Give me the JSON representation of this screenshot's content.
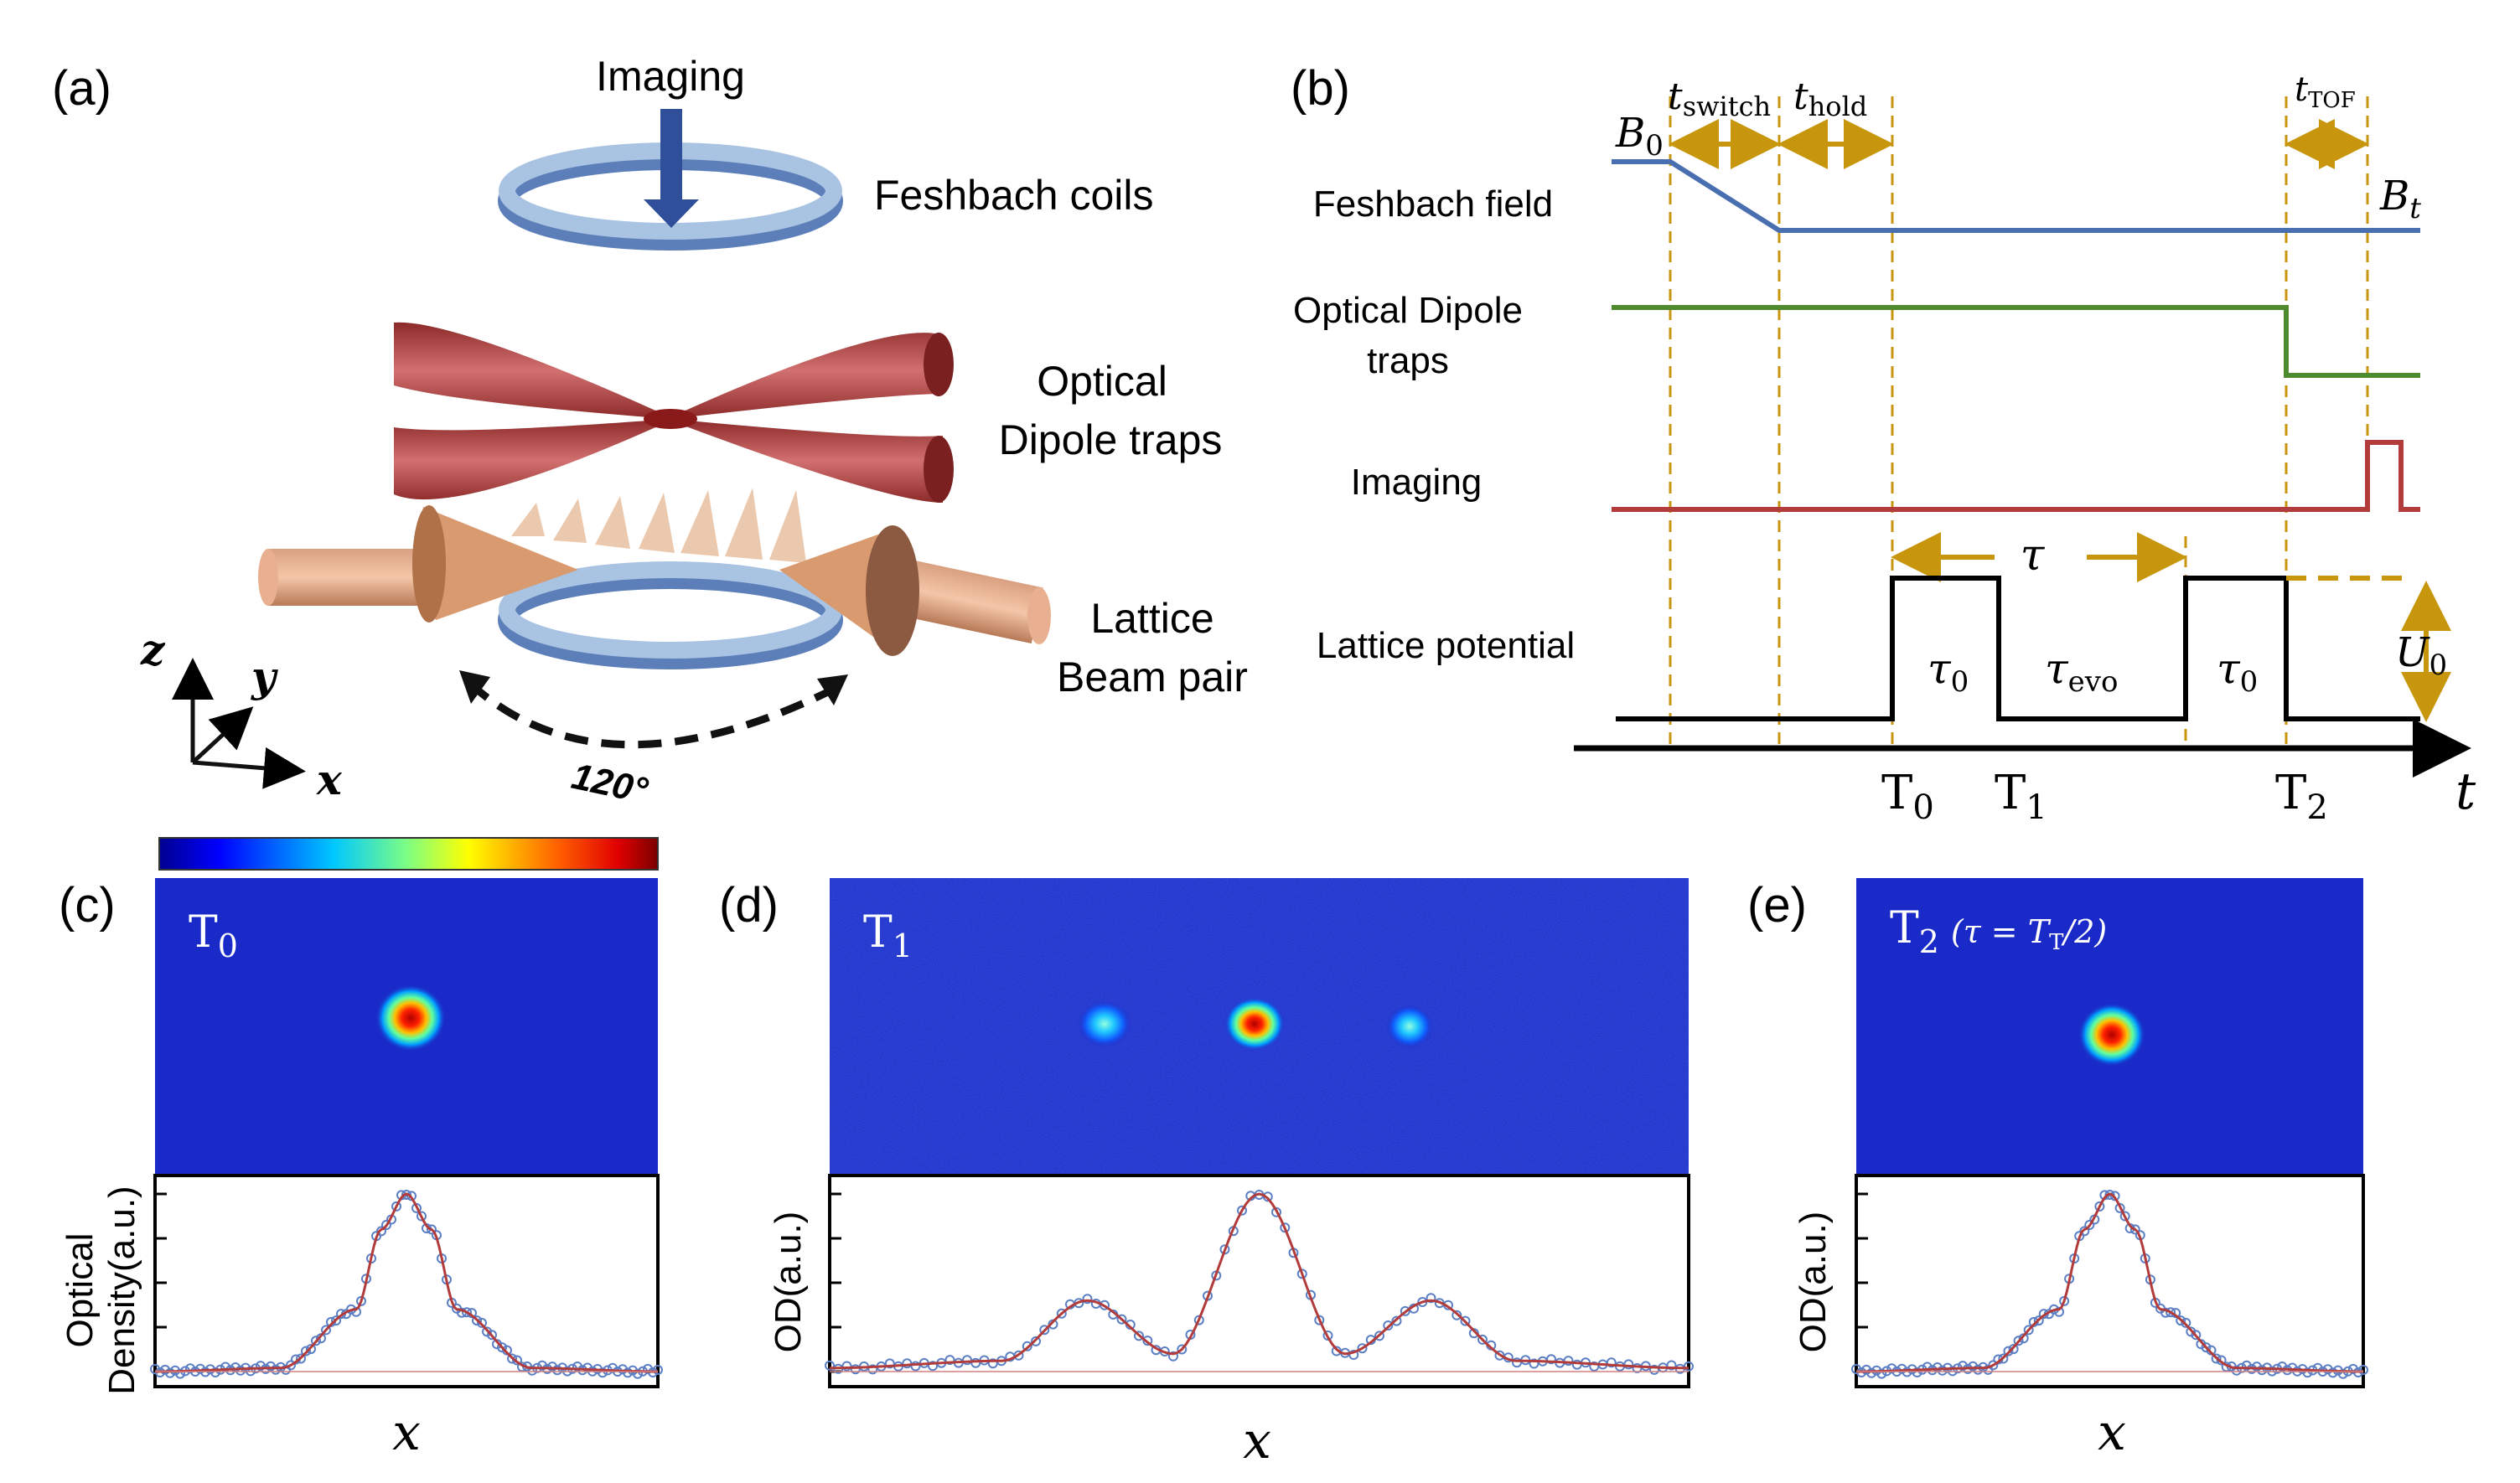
{
  "panel_labels": {
    "a": "(a)",
    "b": "(b)",
    "c": "(c)",
    "d": "(d)",
    "e": "(e)"
  },
  "panel_a": {
    "imaging": "Imaging",
    "coils": "Feshbach coils",
    "odt_line1": "Optical",
    "odt_line2": "Dipole traps",
    "lattice_line1": "Lattice",
    "lattice_line2": "Beam pair",
    "angle": "120°",
    "axes": {
      "z": "z",
      "y": "y",
      "x": "x"
    }
  },
  "panel_b": {
    "rows": {
      "feshbach": "Feshbach field",
      "odt_line1": "Optical Dipole",
      "odt_line2": "traps",
      "imaging": "Imaging",
      "lattice": "Lattice potential"
    },
    "t_switch": {
      "base": "t",
      "sub": "switch"
    },
    "t_hold": {
      "base": "t",
      "sub": "hold"
    },
    "t_tof": {
      "base": "t",
      "sub": "TOF"
    },
    "B0": {
      "base": "B",
      "sub": "0"
    },
    "Bt": {
      "base": "B",
      "sub": "t"
    },
    "tau": "τ",
    "tau0": {
      "base": "τ",
      "sub": "0"
    },
    "tau_evo": {
      "base": "τ",
      "sub": "evo"
    },
    "U0": {
      "base": "U",
      "sub": "0"
    },
    "time_axis": "t",
    "T0": {
      "base": "T",
      "sub": "0"
    },
    "T1": {
      "base": "T",
      "sub": "1"
    },
    "T2": {
      "base": "T",
      "sub": "2"
    },
    "colors": {
      "feshbach": "#4a6fb0",
      "odt": "#4f8a2f",
      "imaging": "#b23b3b",
      "lattice": "#000000",
      "marker": "#c8960c"
    }
  },
  "panel_c": {
    "image_label": {
      "base": "T",
      "sub": "0"
    },
    "ylabel_line1": "Optical",
    "ylabel_line2": "Density(a.u.)",
    "xlabel": "x"
  },
  "panel_d": {
    "image_label": {
      "base": "T",
      "sub": "1"
    },
    "ylabel": "OD(a.u.)",
    "xlabel": "x"
  },
  "panel_e": {
    "image_label": {
      "base": "T",
      "sub": "2",
      "extra": "(τ = T",
      "extra_sub": "T",
      "extra_end": "/2)"
    },
    "ylabel": "OD(a.u.)",
    "xlabel": "x"
  },
  "colormap": [
    "#00008f",
    "#0000ff",
    "#00a0ff",
    "#00ffff",
    "#80ff80",
    "#ffff00",
    "#ff8000",
    "#ff0000",
    "#800000"
  ],
  "chart_data": [
    {
      "type": "scatter",
      "panel": "c",
      "x": [
        -1.0,
        -0.5,
        -0.2,
        -0.1,
        0.0,
        0.1,
        0.2,
        0.5,
        1.0
      ],
      "series": [
        {
          "values": [
            0.0,
            0.02,
            0.35,
            0.8,
            1.0,
            0.8,
            0.35,
            0.02,
            0.0
          ]
        }
      ]
    },
    {
      "type": "scatter",
      "panel": "d",
      "x": [
        -1.0,
        -0.6,
        -0.4,
        -0.2,
        0.0,
        0.2,
        0.4,
        0.6,
        1.0
      ],
      "series": [
        {
          "values": [
            0.02,
            0.06,
            0.4,
            0.1,
            1.0,
            0.1,
            0.4,
            0.06,
            0.02
          ]
        }
      ]
    },
    {
      "type": "scatter",
      "panel": "e",
      "x": [
        -1.0,
        -0.5,
        -0.2,
        -0.1,
        0.0,
        0.1,
        0.2,
        0.5,
        1.0
      ],
      "series": [
        {
          "values": [
            0.0,
            0.02,
            0.35,
            0.8,
            1.0,
            0.8,
            0.35,
            0.02,
            0.0
          ]
        }
      ]
    }
  ]
}
